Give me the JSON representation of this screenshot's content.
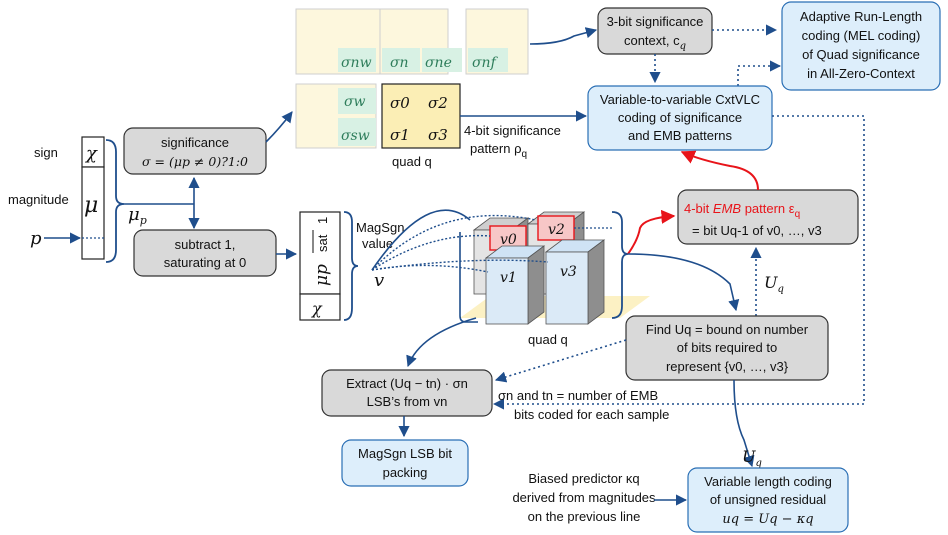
{
  "labels": {
    "sign": "sign",
    "magnitude": "magnitude",
    "chi": "χ",
    "mu": "μ",
    "mu_p": "μ",
    "mu_p_sub": "p",
    "p": "p",
    "sig_title": "significance",
    "sig_formula": "σ = (μp ≠ 0)?1:0",
    "sub_line1": "subtract 1,",
    "sub_line2": "saturating at 0",
    "msg_line1": "MagSgn",
    "msg_line2": "value",
    "v": "v",
    "stack_mu": "μp",
    "stack_sat": "sat",
    "stack_one": "1",
    "stack_chi": "χ",
    "quad_q_top": "quad q",
    "quad_q_bottom": "quad q",
    "ctx_line1": "3-bit significance",
    "ctx_line2": "context, c",
    "ctx_sub": "q",
    "mel_line1": "Adaptive Run-Length",
    "mel_line2": "coding (MEL coding)",
    "mel_line3": "of Quad significance",
    "mel_line4": "in All-Zero-Context",
    "vlc_line1": "Variable-to-variable CxtVLC",
    "vlc_line2": "coding of significance",
    "vlc_line3": "and EMB patterns",
    "sig4_line1": "4-bit significance",
    "sig4_line2": "pattern ρ",
    "sig4_sub": "q",
    "emb_line1_a": "4-bit ",
    "emb_line1_b": "EMB",
    "emb_line1_c": " pattern ε",
    "emb_line1_sub": "q",
    "emb_line2": "= bit Uq-1 of v0, …, v3",
    "uq_label": "U",
    "uq_sub": "q",
    "find_line1": "Find Uq = bound on number",
    "find_line2": "of bits required to",
    "find_line3": "represent {v0, …, v3}",
    "extract_line1": "Extract (Uq − tn) · σn",
    "extract_line2": "LSB’s from vn",
    "note_line1": "σn and tn = number of EMB",
    "note_line2": "bits coded for each sample",
    "pack_line1": "MagSgn LSB bit",
    "pack_line2": "packing",
    "pred_line1": "Biased predictor κq",
    "pred_line2": "derived from magnitudes",
    "pred_line3": "on the previous line",
    "res_line1": "Variable length coding",
    "res_line2": "of unsigned residual",
    "res_line3": "uq = Uq − κq",
    "sigma_nw": "σnw",
    "sigma_n": "σn",
    "sigma_ne": "σne",
    "sigma_nf": "σnf",
    "sigma_w": "σw",
    "sigma_sw": "σsw",
    "sigma_0": "σ0",
    "sigma_1": "σ1",
    "sigma_2": "σ2",
    "sigma_3": "σ3",
    "v0": "v0",
    "v1": "v1",
    "v2": "v2",
    "v3": "v3"
  },
  "colors": {
    "blue_box": "#ddeefb",
    "blue_stroke": "#2a6fb5",
    "grey_box": "#d9d9d9",
    "yellow": "#fdf7dd",
    "yellow_dark": "#fbeeb5",
    "green": "#d8f1e4",
    "arrow": "#1f4e8c",
    "red": "#e8141a"
  }
}
